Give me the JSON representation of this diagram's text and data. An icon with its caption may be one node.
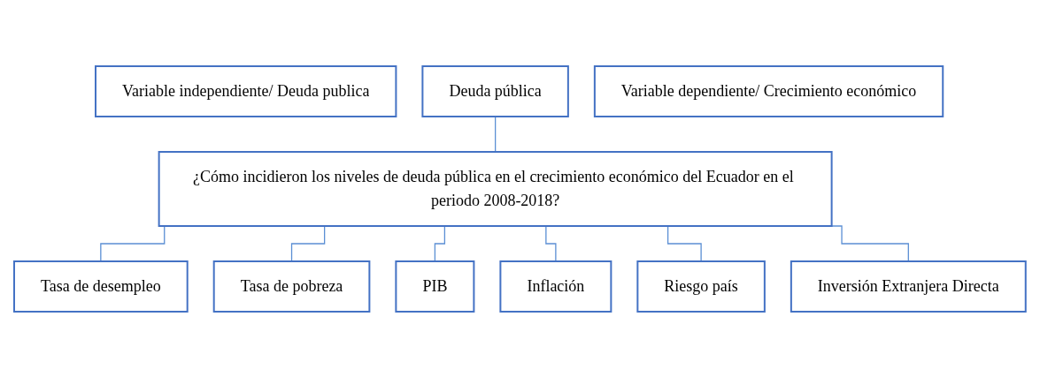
{
  "diagram": {
    "nodes": [
      {
        "text": [
          "Variable independiente/ Deuda publica"
        ]
      },
      {
        "text": [
          "Deuda pública"
        ]
      },
      {
        "text": [
          "¿Cómo incidieron los niveles de deuda pública en el crecimiento económico del Ecuador en el periodo 2008-2018?"
        ]
      },
      {
        "text": [
          "Tasa de desempleo"
        ]
      },
      {
        "text": [
          "Tasa de pobreza"
        ]
      },
      {
        "text": [
          "PIB"
        ]
      },
      {
        "text": [
          "Inflación"
        ]
      },
      {
        "text": [
          "Riesgo país"
        ]
      },
      {
        "text": [
          "Inversión Extranjera Directa"
        ]
      },
      {
        "text": [
          "Variable dependiente/ Crecimiento económico"
        ]
      }
    ],
    "edges": [
      {
        "from": 1,
        "to": 2,
        "arrow": "none"
      },
      {
        "from": 2,
        "to": 3,
        "arrow": "none"
      },
      {
        "from": 2,
        "to": 4,
        "arrow": "none"
      },
      {
        "from": 2,
        "to": 5,
        "arrow": "none"
      },
      {
        "from": 2,
        "to": 6,
        "arrow": "none"
      },
      {
        "from": 2,
        "to": 7,
        "arrow": "none"
      },
      {
        "from": 2,
        "to": 8,
        "arrow": "none"
      }
    ]
  }
}
